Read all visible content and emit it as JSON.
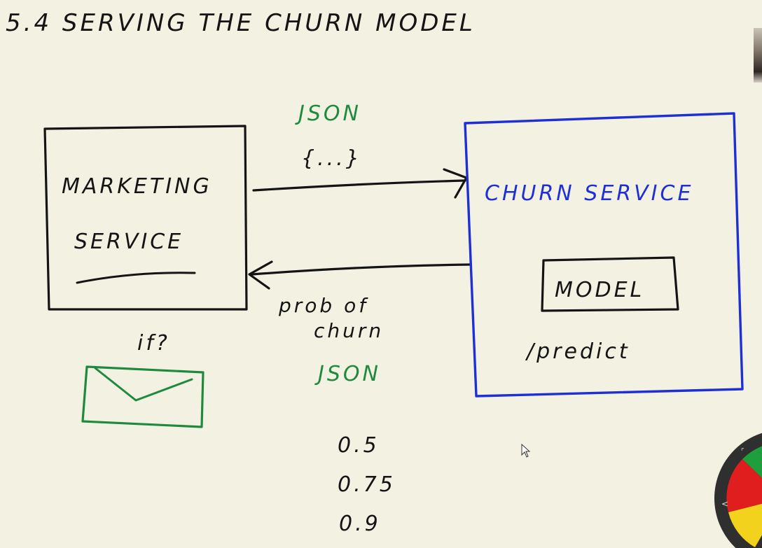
{
  "title": "5.4  SERVING THE CHURN MODEL",
  "marketing_service": {
    "line1": "MARKETING",
    "line2": "SERVICE"
  },
  "request": {
    "format": "JSON",
    "payload": "{...}"
  },
  "response": {
    "line1": "prob of",
    "line2": "churn",
    "format": "JSON"
  },
  "churn_service": {
    "title": "CHURN SERVICE",
    "model_label": "MODEL",
    "endpoint": "/predict"
  },
  "email_question": "if?",
  "thresholds": [
    "0.5",
    "0.75",
    "0.9"
  ],
  "colors": {
    "ink": "#141414",
    "green": "#1f8a3e",
    "blue": "#1e2fd6",
    "paper": "#f3f1e2"
  },
  "icons": {
    "email": "envelope-icon",
    "cursor": "mouse-pointer-icon",
    "tool_wheel": "color-wheel-icon"
  }
}
